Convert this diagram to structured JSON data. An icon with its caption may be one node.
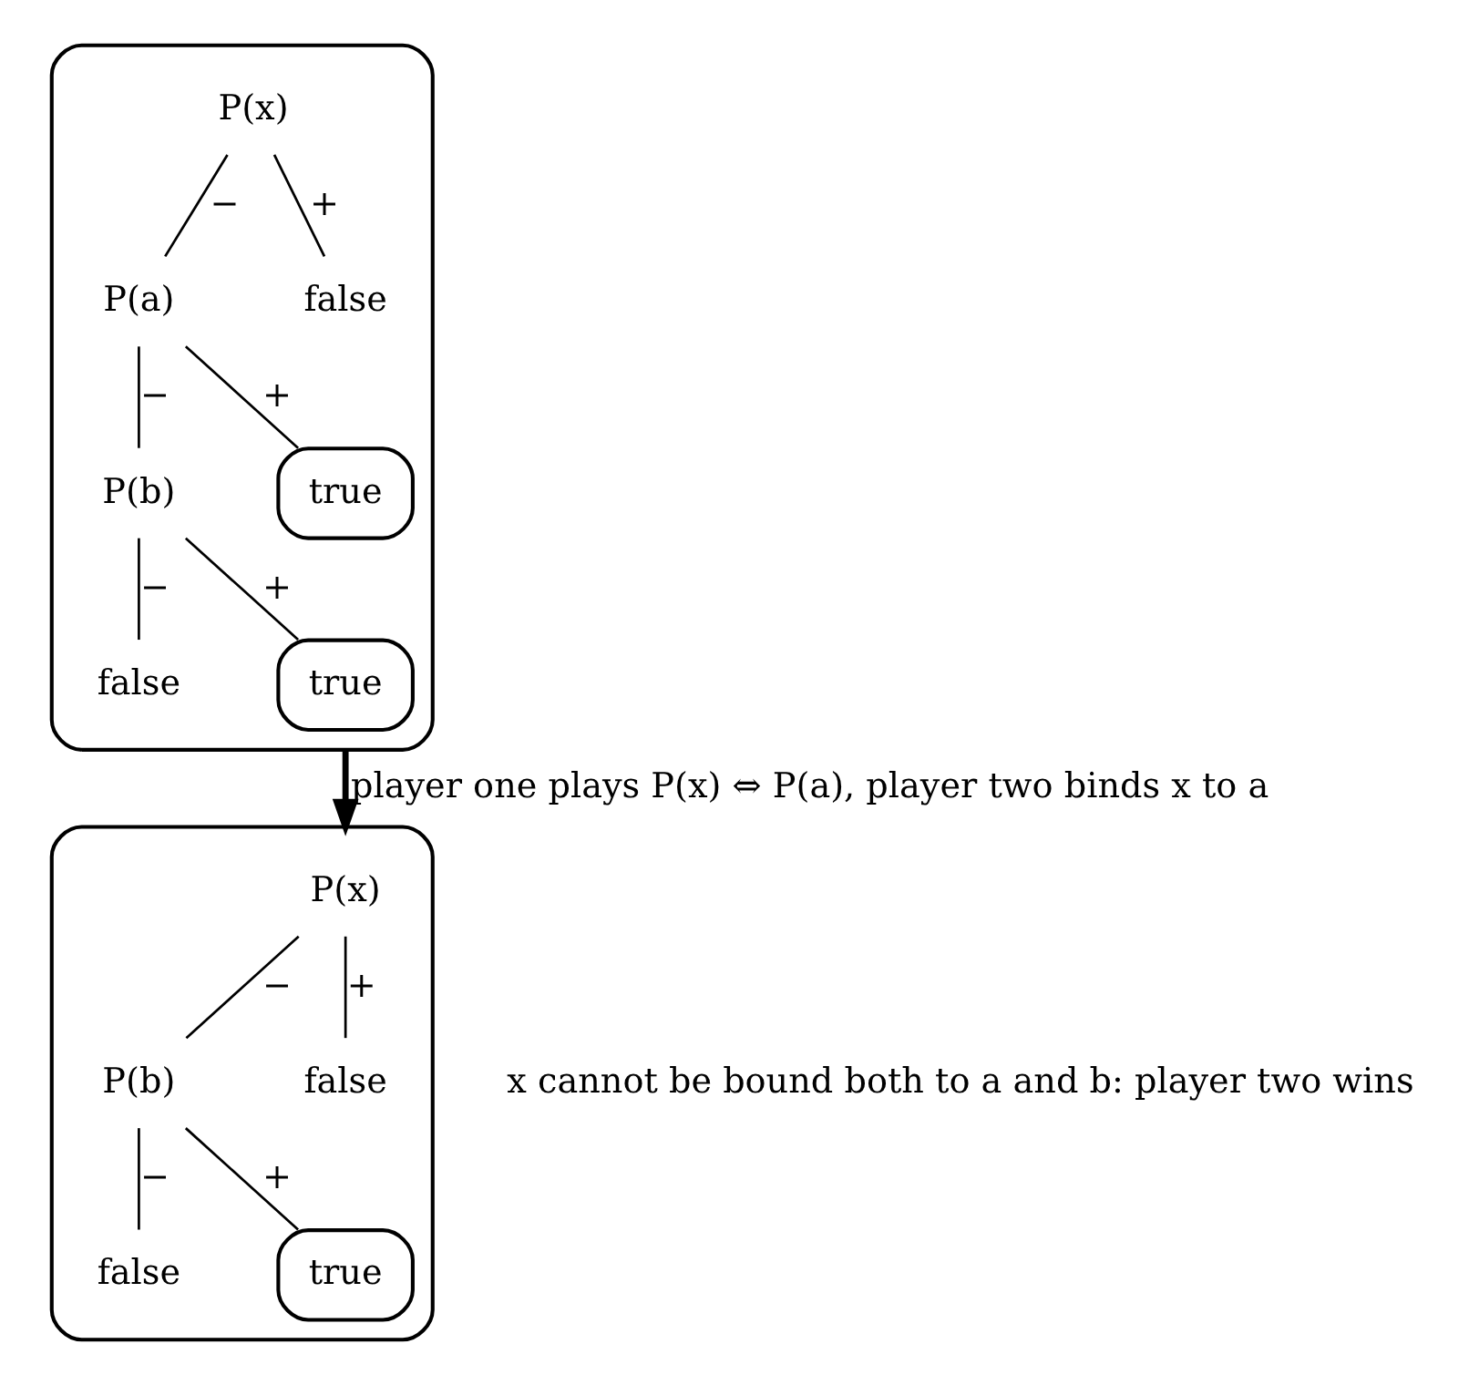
{
  "diagram": {
    "nodes": [
      {
        "text": [],
        "shape": "box"
      },
      {
        "text": [
          "P(x)"
        ],
        "in": 0
      },
      {
        "text": [
          "false"
        ],
        "in": 0
      },
      {
        "text": [
          "P(a)"
        ],
        "in": 0
      },
      {
        "text": [
          "true"
        ],
        "in": 0
      },
      {
        "text": [
          "P(b)"
        ],
        "in": 0
      },
      {
        "text": [
          "false"
        ],
        "in": 0
      },
      {
        "text": [
          "true"
        ],
        "in": 0
      },
      {
        "text": [],
        "shape": "box"
      },
      {
        "text": [
          "P(x)"
        ],
        "in": 8
      },
      {
        "text": [
          "false"
        ],
        "in": 8
      },
      {
        "text": [
          "P(b)"
        ],
        "in": 8
      },
      {
        "text": [
          "false"
        ],
        "in": 8
      },
      {
        "text": [
          "true"
        ],
        "in": 8
      }
    ],
    "edges": [
      {
        "from": 1,
        "to": 3,
        "arrow": "none",
        "label": "−"
      },
      {
        "from": 1,
        "to": 2,
        "arrow": "none",
        "label": "+"
      },
      {
        "from": 3,
        "to": 5,
        "arrow": "none",
        "label": "−"
      },
      {
        "from": 3,
        "to": 4,
        "arrow": "none",
        "label": "+"
      },
      {
        "from": 5,
        "to": 6,
        "arrow": "none",
        "label": "−"
      },
      {
        "from": 5,
        "to": 7,
        "arrow": "none",
        "label": "+"
      },
      {
        "from": 0,
        "to": 8,
        "arrow": "to",
        "label": "player one plays P(x) ⇔ P(a), player two binds x to a",
        "style": "thick"
      },
      {
        "from": 9,
        "to": 11,
        "arrow": "none",
        "label": "−"
      },
      {
        "from": 9,
        "to": 10,
        "arrow": "none",
        "label": "+"
      },
      {
        "from": 11,
        "to": 12,
        "arrow": "none",
        "label": "−"
      },
      {
        "from": 11,
        "to": 13,
        "arrow": "none",
        "label": "+"
      }
    ],
    "labels": [
      "x cannot be bound both to a and b: player two wins"
    ]
  }
}
